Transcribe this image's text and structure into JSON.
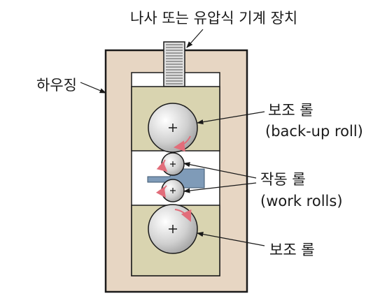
{
  "labels": {
    "screw_mechanism": "나사 또는 유압식 기계 장치",
    "housing": "하우징",
    "backup_roll_top": "보조 롤",
    "backup_roll_top_en": "(back-up roll)",
    "work_rolls": "작동 롤",
    "work_rolls_en": "(work rolls)",
    "backup_roll_bottom": "보조 롤"
  },
  "colors": {
    "housing": "#e7d6c3",
    "chock": "#d9d4b0",
    "roll": "#d0d0d0",
    "strip": "#7f9bb8",
    "arrow": "#e26d7a",
    "line": "#1a1a1a"
  }
}
